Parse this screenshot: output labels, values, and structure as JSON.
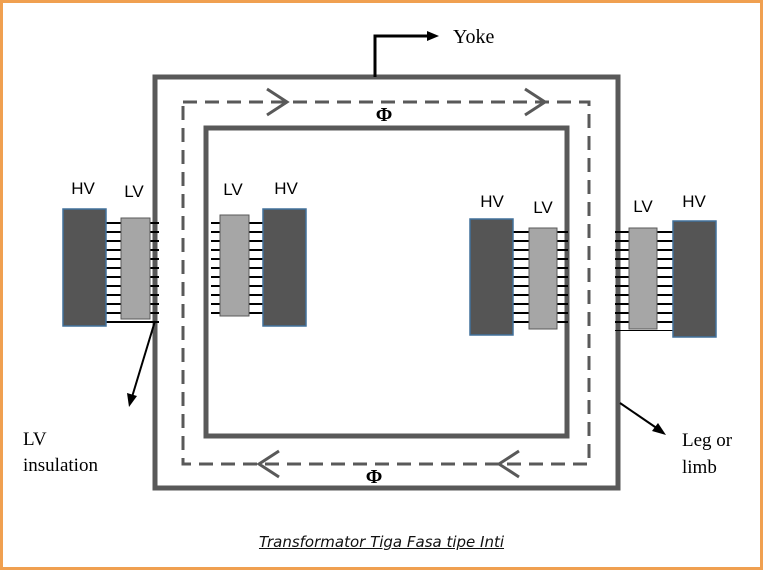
{
  "labels": {
    "yoke": "Yoke",
    "phi": "Φ",
    "hv": "HV",
    "lv": "LV",
    "lv_insulation_line1": "LV",
    "lv_insulation_line2": "insulation",
    "leg_line1": "Leg or",
    "leg_line2": "limb"
  },
  "caption": "Transformator Tiga Fasa tipe Inti",
  "colors": {
    "frame": "#595959",
    "flux_path": "#595959",
    "hv_winding": "#555555",
    "lv_winding": "#a6a6a6",
    "winding_border": "#41719c",
    "page_border": "#f0a050"
  }
}
